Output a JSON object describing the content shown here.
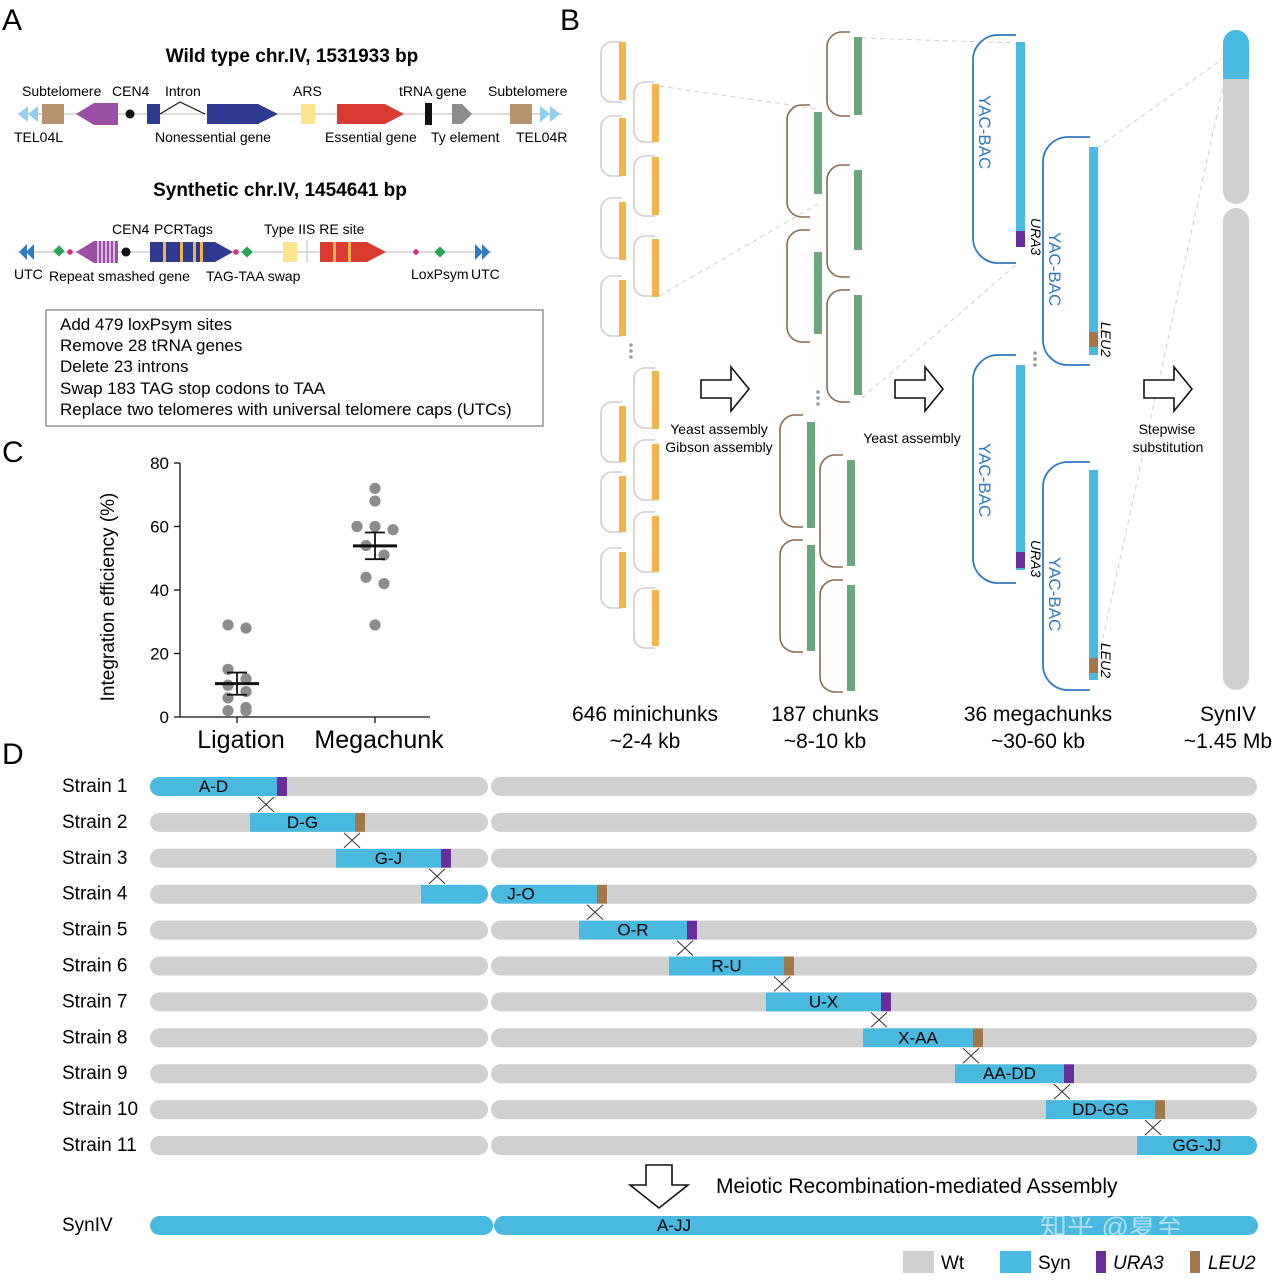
{
  "panel_labels": {
    "a": "A",
    "b": "B",
    "c": "C",
    "d": "D"
  },
  "panel_a": {
    "wild_title": "Wild type chr.IV, 1531933 bp",
    "wild_labels": {
      "subtelomere_left": "Subtelomere",
      "cen4": "CEN4",
      "intron": "Intron",
      "ars": "ARS",
      "trna_gene": "tRNA gene",
      "subtelomere_right": "Subtelomere",
      "tel_left": "TEL04L",
      "nonessential": "Nonessential gene",
      "essential": "Essential gene",
      "ty_element": "Ty element",
      "tel_right": "TEL04R"
    },
    "syn_title": "Synthetic chr.IV, 1454641 bp",
    "syn_labels": {
      "cen4": "CEN4",
      "pcrtags": "PCRTags",
      "type_iis": "Type IIS RE site",
      "utc_left": "UTC",
      "repeat_smashed": "Repeat smashed gene",
      "tag_taa": "TAG-TAA swap",
      "loxpsym": "LoxPsym",
      "utc_right": "UTC"
    },
    "changes": [
      "Add 479 loxPsym sites",
      "Remove 28 tRNA genes",
      "Delete 23 introns",
      "Swap 183 TAG stop codons to TAA",
      "Replace two telomeres with universal telomere caps (UTCs)"
    ],
    "colors": {
      "subtelomere": "#b8946e",
      "cen_gene": "#9b4fa5",
      "nonessential": "#2e3a8f",
      "ars": "#fbe48c",
      "essential": "#d93a32",
      "ty": "#8c8c8c",
      "tel": "#8fd0f0",
      "utc": "#2e7bc0",
      "loxp": "#2aa35a",
      "dot": "#d0308a"
    }
  },
  "panel_b": {
    "arrow1_lines": [
      "Yeast assembly",
      "Gibson assembly"
    ],
    "arrow2_label": "Yeast assembly",
    "arrow3_lines": [
      "Stepwise",
      "substitution"
    ],
    "yac_label": "YAC-BAC",
    "ura3": "URA3",
    "leu2": "LEU2",
    "columns": [
      {
        "count": "646 minichunks",
        "size": "~2-4 kb"
      },
      {
        "count": "187 chunks",
        "size": "~8-10 kb"
      },
      {
        "count": "36 megachunks",
        "size": "~30-60 kb"
      },
      {
        "count": "SynIV",
        "size": "~1.45 Mb"
      }
    ],
    "colors": {
      "mini": "#f2b44c",
      "chunk": "#6aa77d",
      "chunk_loop": "#8c6a4c",
      "yac_loop": "#2e7bc0",
      "syn": "#4ab9e0",
      "ura3": "#6a2e9b",
      "leu2": "#a0784a",
      "wt": "#d0d0d0"
    }
  },
  "chart_data": {
    "type": "scatter",
    "title": "",
    "xlabel": "",
    "ylabel": "Integration efficiency (%)",
    "ylim": [
      0,
      80
    ],
    "yticks": [
      0,
      20,
      40,
      60,
      80
    ],
    "categories": [
      "Ligation",
      "Megachunk"
    ],
    "series": [
      {
        "category": "Ligation",
        "values": [
          29,
          28,
          15,
          12,
          10,
          8,
          6,
          3,
          2,
          2
        ],
        "mean": 10.5,
        "sem": 3.5
      },
      {
        "category": "Megachunk",
        "values": [
          72,
          68,
          60,
          60,
          59,
          54,
          51,
          44,
          42,
          29
        ],
        "mean": 53.9,
        "sem": 4.2
      }
    ],
    "point_color": "#8c8c8c"
  },
  "panel_d": {
    "strains": [
      {
        "label": "Strain 1",
        "block": "A-D",
        "marker": "ura3"
      },
      {
        "label": "Strain 2",
        "block": "D-G",
        "marker": "leu2"
      },
      {
        "label": "Strain 3",
        "block": "G-J",
        "marker": "ura3"
      },
      {
        "label": "Strain 4",
        "block": "J-O",
        "marker": "leu2"
      },
      {
        "label": "Strain 5",
        "block": "O-R",
        "marker": "ura3"
      },
      {
        "label": "Strain 6",
        "block": "R-U",
        "marker": "leu2"
      },
      {
        "label": "Strain 7",
        "block": "U-X",
        "marker": "ura3"
      },
      {
        "label": "Strain 8",
        "block": "X-AA",
        "marker": "leu2"
      },
      {
        "label": "Strain 9",
        "block": "AA-DD",
        "marker": "ura3"
      },
      {
        "label": "Strain 10",
        "block": "DD-GG",
        "marker": "leu2"
      },
      {
        "label": "Strain 11",
        "block": "GG-JJ",
        "marker": ""
      }
    ],
    "assembly_label": "Meiotic Recombination-mediated Assembly",
    "final_label": "SynIV",
    "final_block": "A-JJ",
    "legend": [
      {
        "label": "Wt",
        "color": "#d0d0d0",
        "italic": false
      },
      {
        "label": "Syn",
        "color": "#4ab9e0",
        "italic": false
      },
      {
        "label": "URA3",
        "color": "#6a2e9b",
        "italic": true
      },
      {
        "label": "LEU2",
        "color": "#a0784a",
        "italic": true
      }
    ],
    "watermark": "知乎 @夏至"
  }
}
